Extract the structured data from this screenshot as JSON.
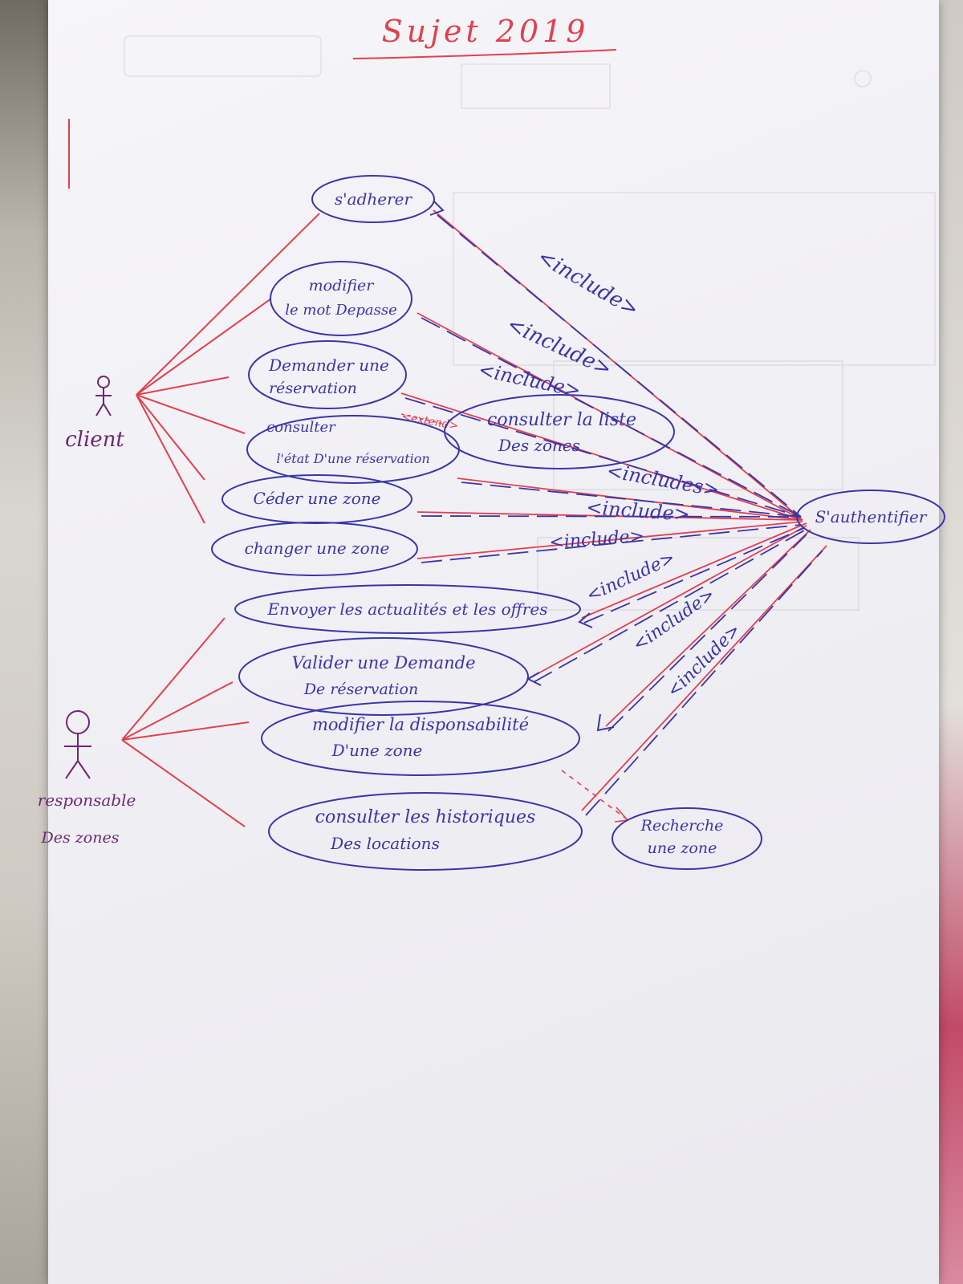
{
  "page_title": "Sujet 2019",
  "colors": {
    "ink_blue": "#3a35a8",
    "ink_red": "#e2404f",
    "ink_purple": "#6b2a6e",
    "paper": "#f3f2f6"
  },
  "actors": [
    {
      "id": "client",
      "label": "client"
    },
    {
      "id": "responsable",
      "label_lines": [
        "responsable",
        "Des zones"
      ]
    }
  ],
  "use_cases": [
    {
      "id": "adherer",
      "lines": [
        "s'adherer"
      ]
    },
    {
      "id": "modifier_mdp",
      "lines": [
        "modifier",
        "le mot Depasse"
      ]
    },
    {
      "id": "demander_reservation",
      "lines": [
        "Demander une",
        "réservation"
      ]
    },
    {
      "id": "consulter_liste",
      "lines": [
        "consulter la liste",
        "Des zones"
      ]
    },
    {
      "id": "consulter_etat",
      "lines": [
        "consulter",
        "l'état D'une réservation"
      ]
    },
    {
      "id": "ceder_zone",
      "lines": [
        "Céder une zone"
      ]
    },
    {
      "id": "changer_zone",
      "lines": [
        "changer une zone"
      ]
    },
    {
      "id": "envoyer_actualites",
      "lines": [
        "Envoyer les actualités et les offres"
      ]
    },
    {
      "id": "valider_demande",
      "lines": [
        "Valider une Demande",
        "De réservation"
      ]
    },
    {
      "id": "modifier_dispo",
      "lines": [
        "modifier la disponsabilité",
        "D'une zone"
      ]
    },
    {
      "id": "consulter_historique",
      "lines": [
        "consulter les historiques",
        "Des locations"
      ]
    },
    {
      "id": "rechercher_zone",
      "lines": [
        "Recherche",
        "une zone"
      ]
    },
    {
      "id": "authentifier",
      "lines": [
        "S'authentifier"
      ]
    }
  ],
  "relation_labels": {
    "include_1": "<include>",
    "include_2": "<include>",
    "include_3": "<include>",
    "include_4": "<includes>",
    "include_5": "<include>",
    "include_6": "<include>",
    "include_7": "<include>",
    "include_8": "<include>",
    "include_9": "<include>",
    "extend_1": "<extend>"
  }
}
